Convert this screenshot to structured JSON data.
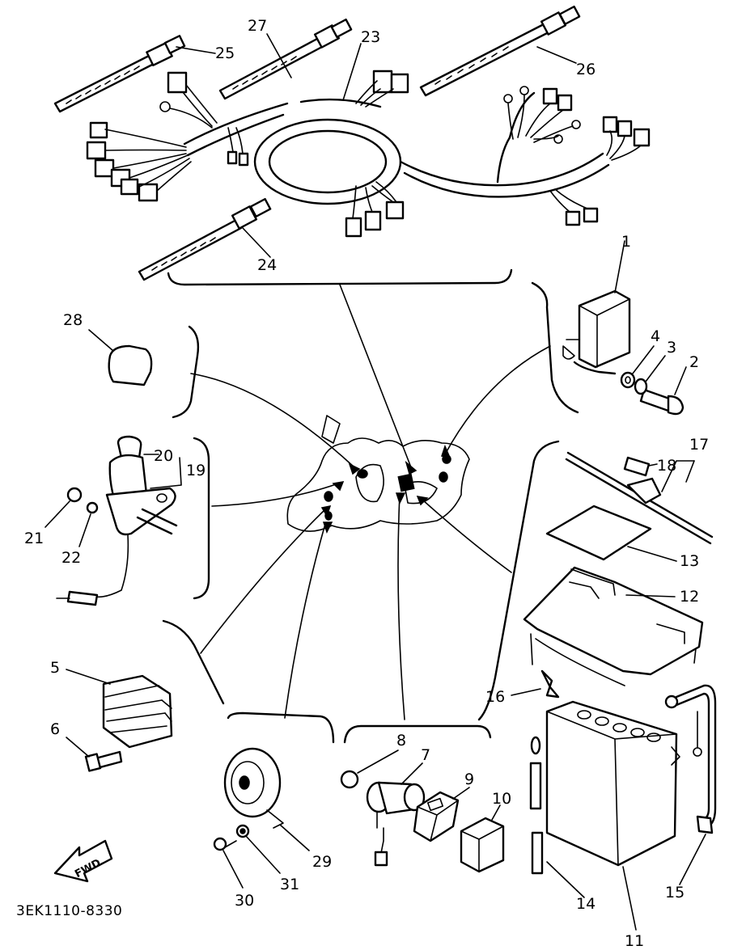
{
  "diagram": {
    "code": "3EK1110-8330",
    "direction_label": "FWD",
    "callouts": [
      "1",
      "2",
      "3",
      "4",
      "5",
      "6",
      "7",
      "8",
      "9",
      "10",
      "11",
      "12",
      "13",
      "14",
      "15",
      "16",
      "17",
      "18",
      "19",
      "20",
      "21",
      "22",
      "23",
      "24",
      "25",
      "26",
      "27",
      "28",
      "29",
      "30",
      "31"
    ]
  }
}
